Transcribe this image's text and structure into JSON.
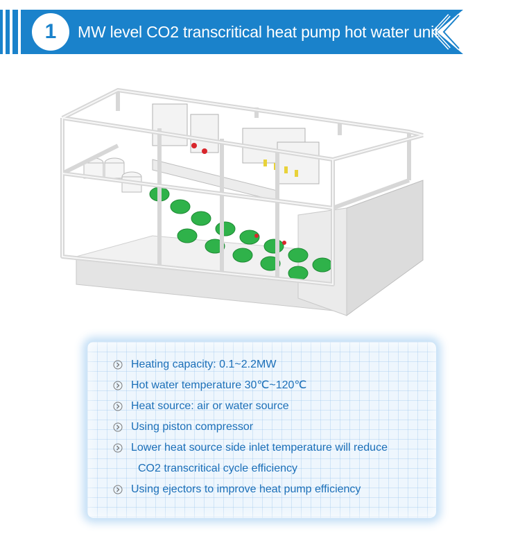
{
  "header": {
    "number": "1",
    "title": "MW level CO2 transcritical heat pump hot water unit",
    "accent_color": "#1a82cb"
  },
  "illustration": {
    "frame_color": "#e6e6e6",
    "component_color": "#2fb24a",
    "valve_color": "#d8262c"
  },
  "specs": {
    "items": [
      "Heating capacity: 0.1~2.2MW",
      "Hot water temperature 30℃~120℃",
      "Heat source: air or water source",
      "Using piston compressor",
      "Lower heat source side inlet temperature will reduce",
      "CO2 transcritical cycle efficiency",
      "Using ejectors to improve heat pump efficiency"
    ],
    "text_color": "#1b6fb8",
    "bullet_icon": "circle-chevron-right-icon"
  }
}
